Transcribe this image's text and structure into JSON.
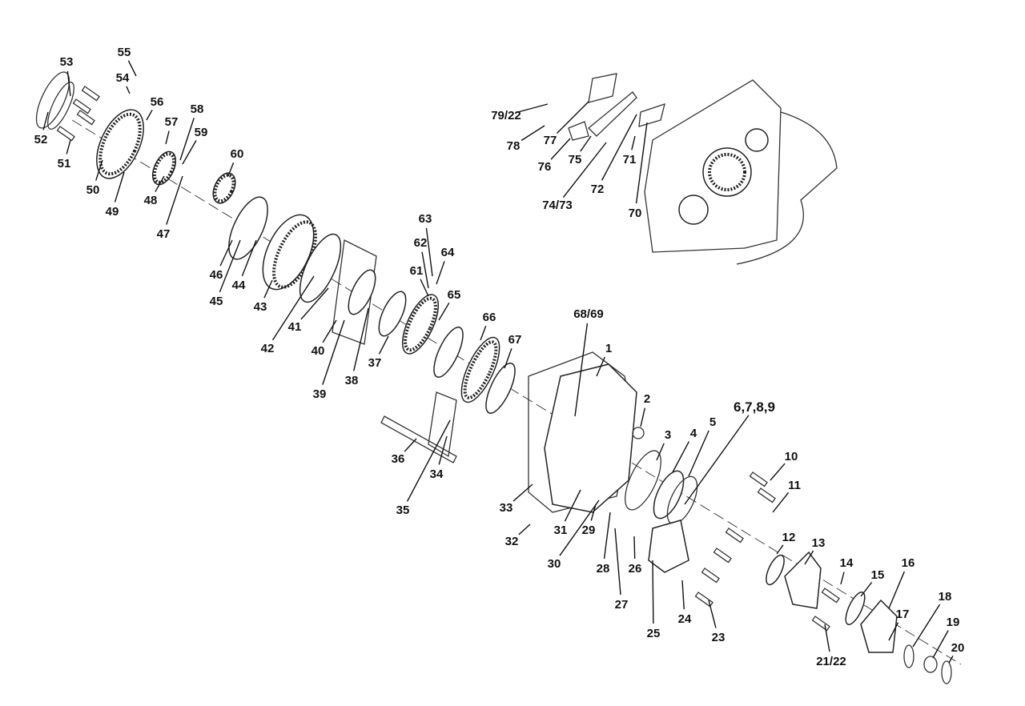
{
  "diagram": {
    "type": "exploded parts view",
    "labels": [
      "53",
      "55",
      "54",
      "56",
      "57",
      "58",
      "59",
      "60",
      "52",
      "51",
      "50",
      "49",
      "48",
      "47",
      "46",
      "45",
      "44",
      "43",
      "42",
      "41",
      "40",
      "39",
      "38",
      "37",
      "63",
      "62",
      "64",
      "61",
      "65",
      "66",
      "67",
      "68/69",
      "1",
      "2",
      "3",
      "4",
      "5",
      "6,7,8,9",
      "10",
      "11",
      "12",
      "13",
      "14",
      "15",
      "16",
      "17",
      "18",
      "19",
      "20",
      "21/22",
      "23",
      "24",
      "25",
      "26",
      "27",
      "28",
      "29",
      "30",
      "31",
      "32",
      "33",
      "34",
      "35",
      "36",
      "79/22",
      "78",
      "77",
      "76",
      "75",
      "74/73",
      "72",
      "71",
      "70"
    ]
  }
}
